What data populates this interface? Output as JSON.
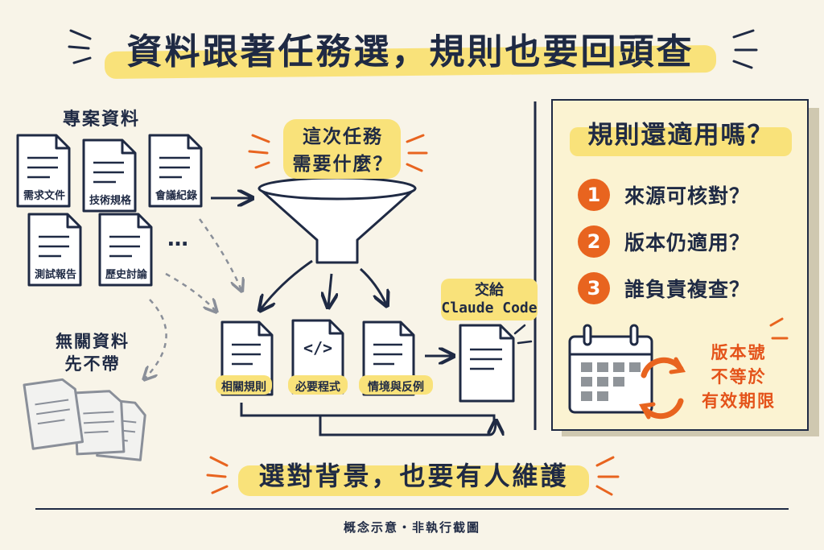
{
  "title": "資料跟著任務選，規則也要回頭查",
  "left": {
    "heading": "專案資料",
    "docs": [
      "需求文件",
      "技術規格",
      "會議紀錄",
      "測試報告",
      "歷史討論"
    ],
    "ellipsis": "…",
    "irrelevant_line1": "無關資料",
    "irrelevant_line2": "先不帶"
  },
  "funnel": {
    "question_line1": "這次任務",
    "question_line2": "需要什麼？"
  },
  "selected": {
    "docs": [
      "相關規則",
      "必要程式",
      "情境與反例"
    ],
    "code_symbol": "</>"
  },
  "handoff": {
    "line1": "交給",
    "line2": "Claude Code"
  },
  "rules_panel": {
    "heading": "規則還適用嗎？",
    "items": [
      {
        "num": "1",
        "text": "來源可核對？"
      },
      {
        "num": "2",
        "text": "版本仍適用？"
      },
      {
        "num": "3",
        "text": "誰負責複查？"
      }
    ],
    "note_line1": "版本號",
    "note_line2": "不等於",
    "note_line3": "有效期限"
  },
  "bottom_banner": "選對背景，也要有人維護",
  "footer": "概念示意・非執行截圖",
  "colors": {
    "ink": "#1f2a44",
    "highlight": "#f9e27a",
    "accent": "#e8641f",
    "panel": "#fbf3d2"
  }
}
